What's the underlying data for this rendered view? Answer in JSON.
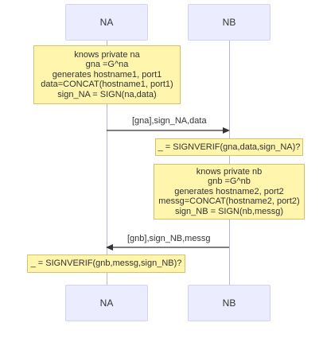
{
  "participants": {
    "na": {
      "label": "NA"
    },
    "nb": {
      "label": "NB"
    }
  },
  "notes": [
    {
      "lines": [
        "knows private na",
        "gna =G^na",
        "generates hostname1, port1",
        "data=CONCAT(hostname1, port1)",
        "sign_NA = SIGN(na,data)"
      ]
    },
    {
      "lines": [
        "_ = SIGNVERIF(gna,data,sign_NA)?"
      ]
    },
    {
      "lines": [
        "knows private nb",
        "gnb =G^nb",
        "generates hostname2, port2",
        "messg=CONCAT(hostname2, port2)",
        "sign_NB = SIGN(nb,messg)"
      ]
    },
    {
      "lines": [
        "_ = SIGNVERIF(gnb,messg,sign_NB)?"
      ]
    }
  ],
  "messages": [
    {
      "from": "NA",
      "to": "NB",
      "label": "[gna],sign_NA,data"
    },
    {
      "from": "NB",
      "to": "NA",
      "label": "[gnb],sign_NB,messg"
    }
  ]
}
